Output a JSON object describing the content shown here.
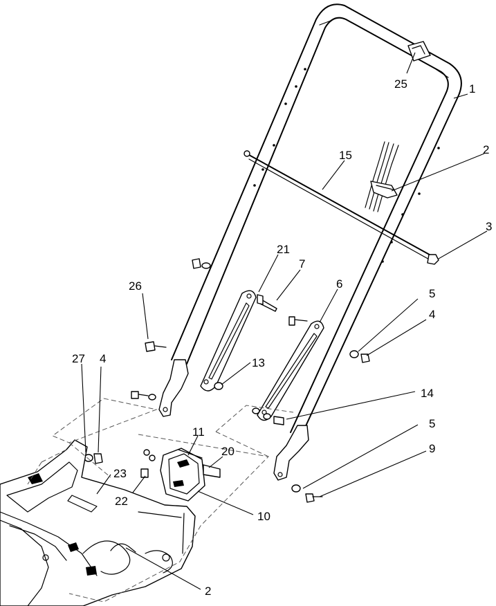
{
  "callouts": [
    {
      "id": "c25",
      "label": "25"
    },
    {
      "id": "c1",
      "label": "1"
    },
    {
      "id": "c15",
      "label": "15"
    },
    {
      "id": "c2a",
      "label": "2"
    },
    {
      "id": "c3",
      "label": "3"
    },
    {
      "id": "c21",
      "label": "21"
    },
    {
      "id": "c7",
      "label": "7"
    },
    {
      "id": "c6",
      "label": "6"
    },
    {
      "id": "c26",
      "label": "26"
    },
    {
      "id": "c5a",
      "label": "5"
    },
    {
      "id": "c4a",
      "label": "4"
    },
    {
      "id": "c27",
      "label": "27"
    },
    {
      "id": "c4b",
      "label": "4"
    },
    {
      "id": "c13",
      "label": "13"
    },
    {
      "id": "c14",
      "label": "14"
    },
    {
      "id": "c11",
      "label": "11"
    },
    {
      "id": "c20",
      "label": "20"
    },
    {
      "id": "c5b",
      "label": "5"
    },
    {
      "id": "c9",
      "label": "9"
    },
    {
      "id": "c23",
      "label": "23"
    },
    {
      "id": "c22",
      "label": "22"
    },
    {
      "id": "c10",
      "label": "10"
    },
    {
      "id": "c2b",
      "label": "2"
    }
  ]
}
